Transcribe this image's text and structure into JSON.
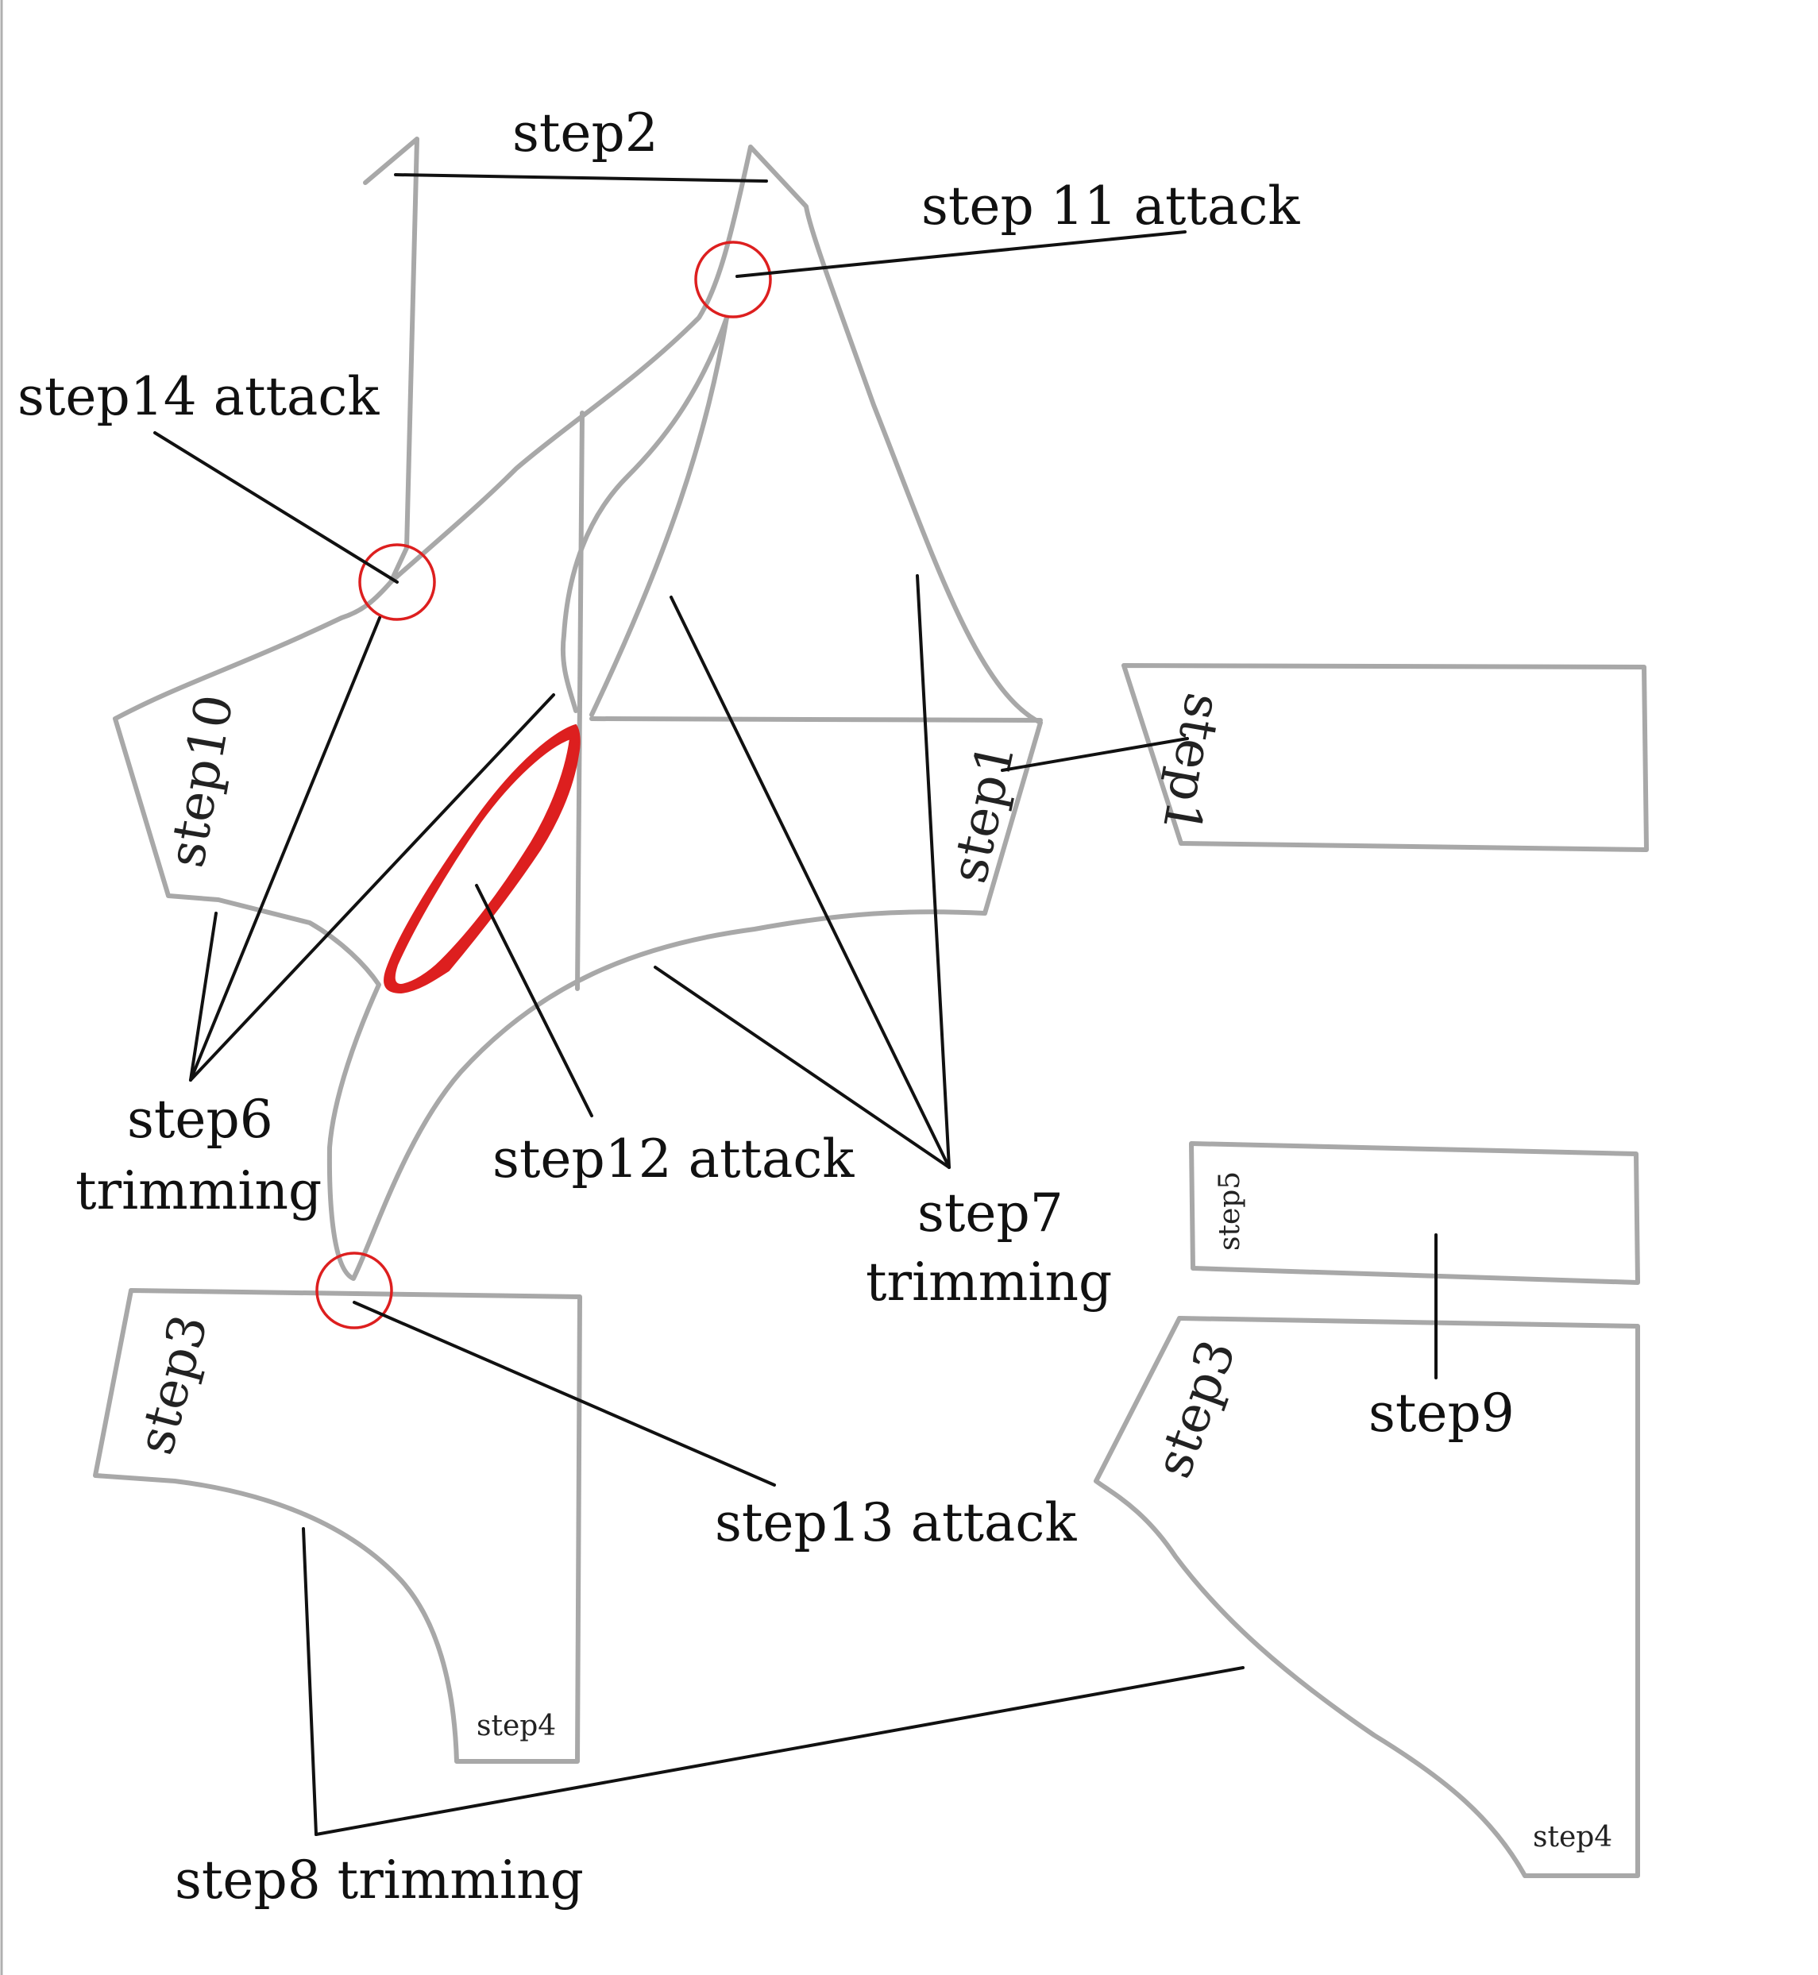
{
  "colors": {
    "pattern_line": "#a8a8a8",
    "leader_line": "#111111",
    "marker": "#dd1f1f",
    "background": "#ffffff"
  },
  "labels": {
    "step2": "step2",
    "step11": "step 11 attack",
    "step14": "step14 attack",
    "step6_line1": "step6",
    "step6_line2": "trimming",
    "step12": "step12 attack",
    "step7_line1": "step7",
    "step7_line2": "trimming",
    "step13": "step13 attack",
    "step9": "step9",
    "step8": "step8 trimming"
  },
  "piece_labels": {
    "step10": "step10",
    "step1_main": "step1",
    "step1_strip": "step1",
    "step3_left": "step3",
    "step4_left": "step4",
    "step5": "step5",
    "step3_right": "step3",
    "step4_right": "step4"
  }
}
